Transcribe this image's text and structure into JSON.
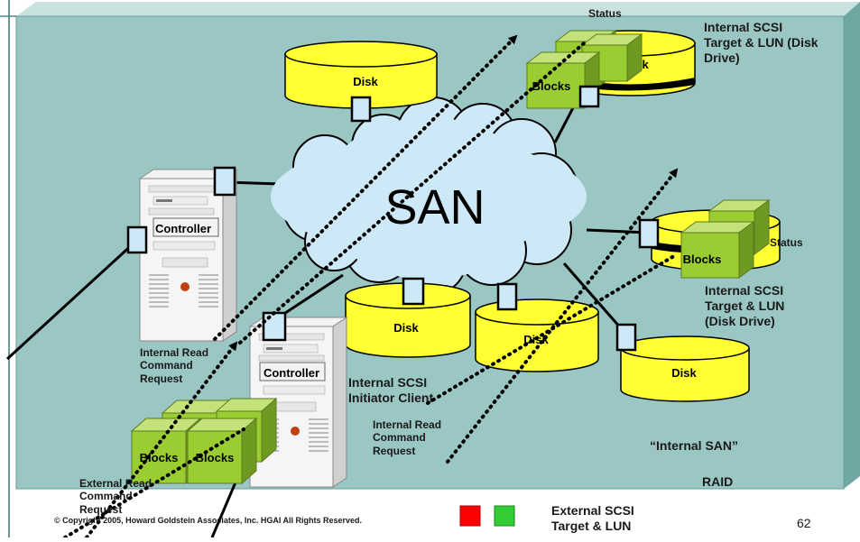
{
  "labels": {
    "status_top": "Status",
    "status_right": "Status",
    "target_top": "Internal SCSI\nTarget & LUN (Disk\nDrive)",
    "target_right": "Internal SCSI\nTarget & LUN\n(Disk Drive)",
    "initiator": "Internal SCSI\nInitiator Client",
    "read_left": "Internal Read\nCommand\nRequest",
    "read_center": "Internal Read\nCommand\nRequest",
    "external_read": "External Read\nCommand\nRequest",
    "internal_san": "“Internal SAN”",
    "raid": "RAID",
    "external_target": "External SCSI\nTarget & LUN"
  },
  "cloud_label": "SAN",
  "controllers": [
    "Controller",
    "Controller"
  ],
  "disks": [
    "Disk",
    "Disk",
    "Disk",
    "Disk",
    "Disk"
  ],
  "blocks": [
    "Blocks",
    "Blocks",
    "Blocks",
    "Blocks"
  ],
  "footer": {
    "copyright": "© Copyright 2005, Howard Goldstein Associates, Inc. HGAI All Rights Reserved.",
    "page_number": "62"
  },
  "colors": {
    "panel": "#9ac6c3",
    "disk": "#ffff33",
    "cloud": "#cde9f7",
    "block": "#9acd32",
    "swatch_red": "#ff0000",
    "swatch_green": "#33cc33"
  }
}
